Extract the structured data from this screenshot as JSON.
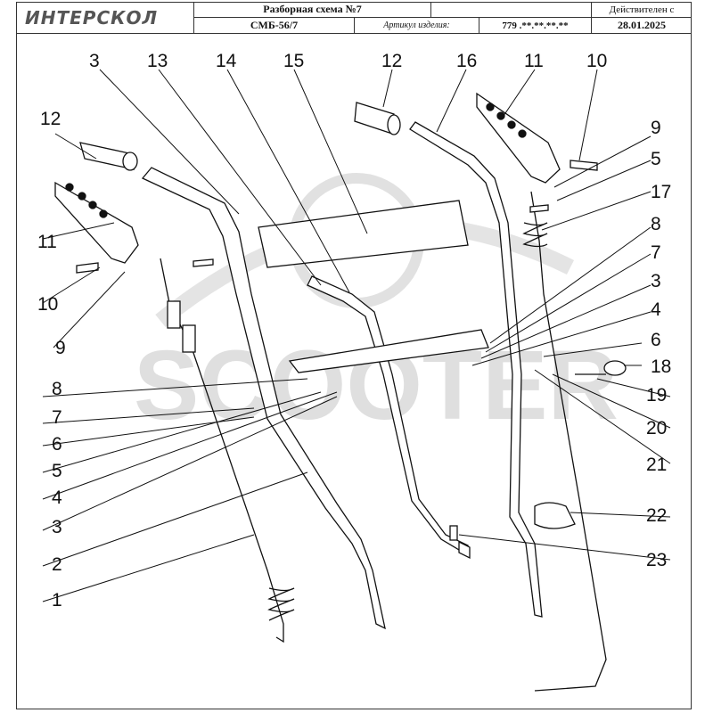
{
  "header": {
    "logo": "ИНТЕРСКОЛ",
    "title": "Разборная схема №7",
    "valid_from_label": "Действителен с",
    "model": "СМБ-56/7",
    "article_label": "Артикул изделия:",
    "article_value": "779 .**.**.**.**",
    "date": "28.01.2025"
  },
  "watermark": {
    "text": "SCOOTER"
  },
  "callouts": [
    "1",
    "2",
    "3",
    "4",
    "5",
    "6",
    "7",
    "8",
    "9",
    "10",
    "11",
    "12",
    "13",
    "14",
    "15",
    "16",
    "17",
    "18",
    "19",
    "20",
    "21",
    "22",
    "23"
  ],
  "colors": {
    "line": "#111111",
    "watermark": "#d9d9d9",
    "part_fill": "#ffffff"
  }
}
